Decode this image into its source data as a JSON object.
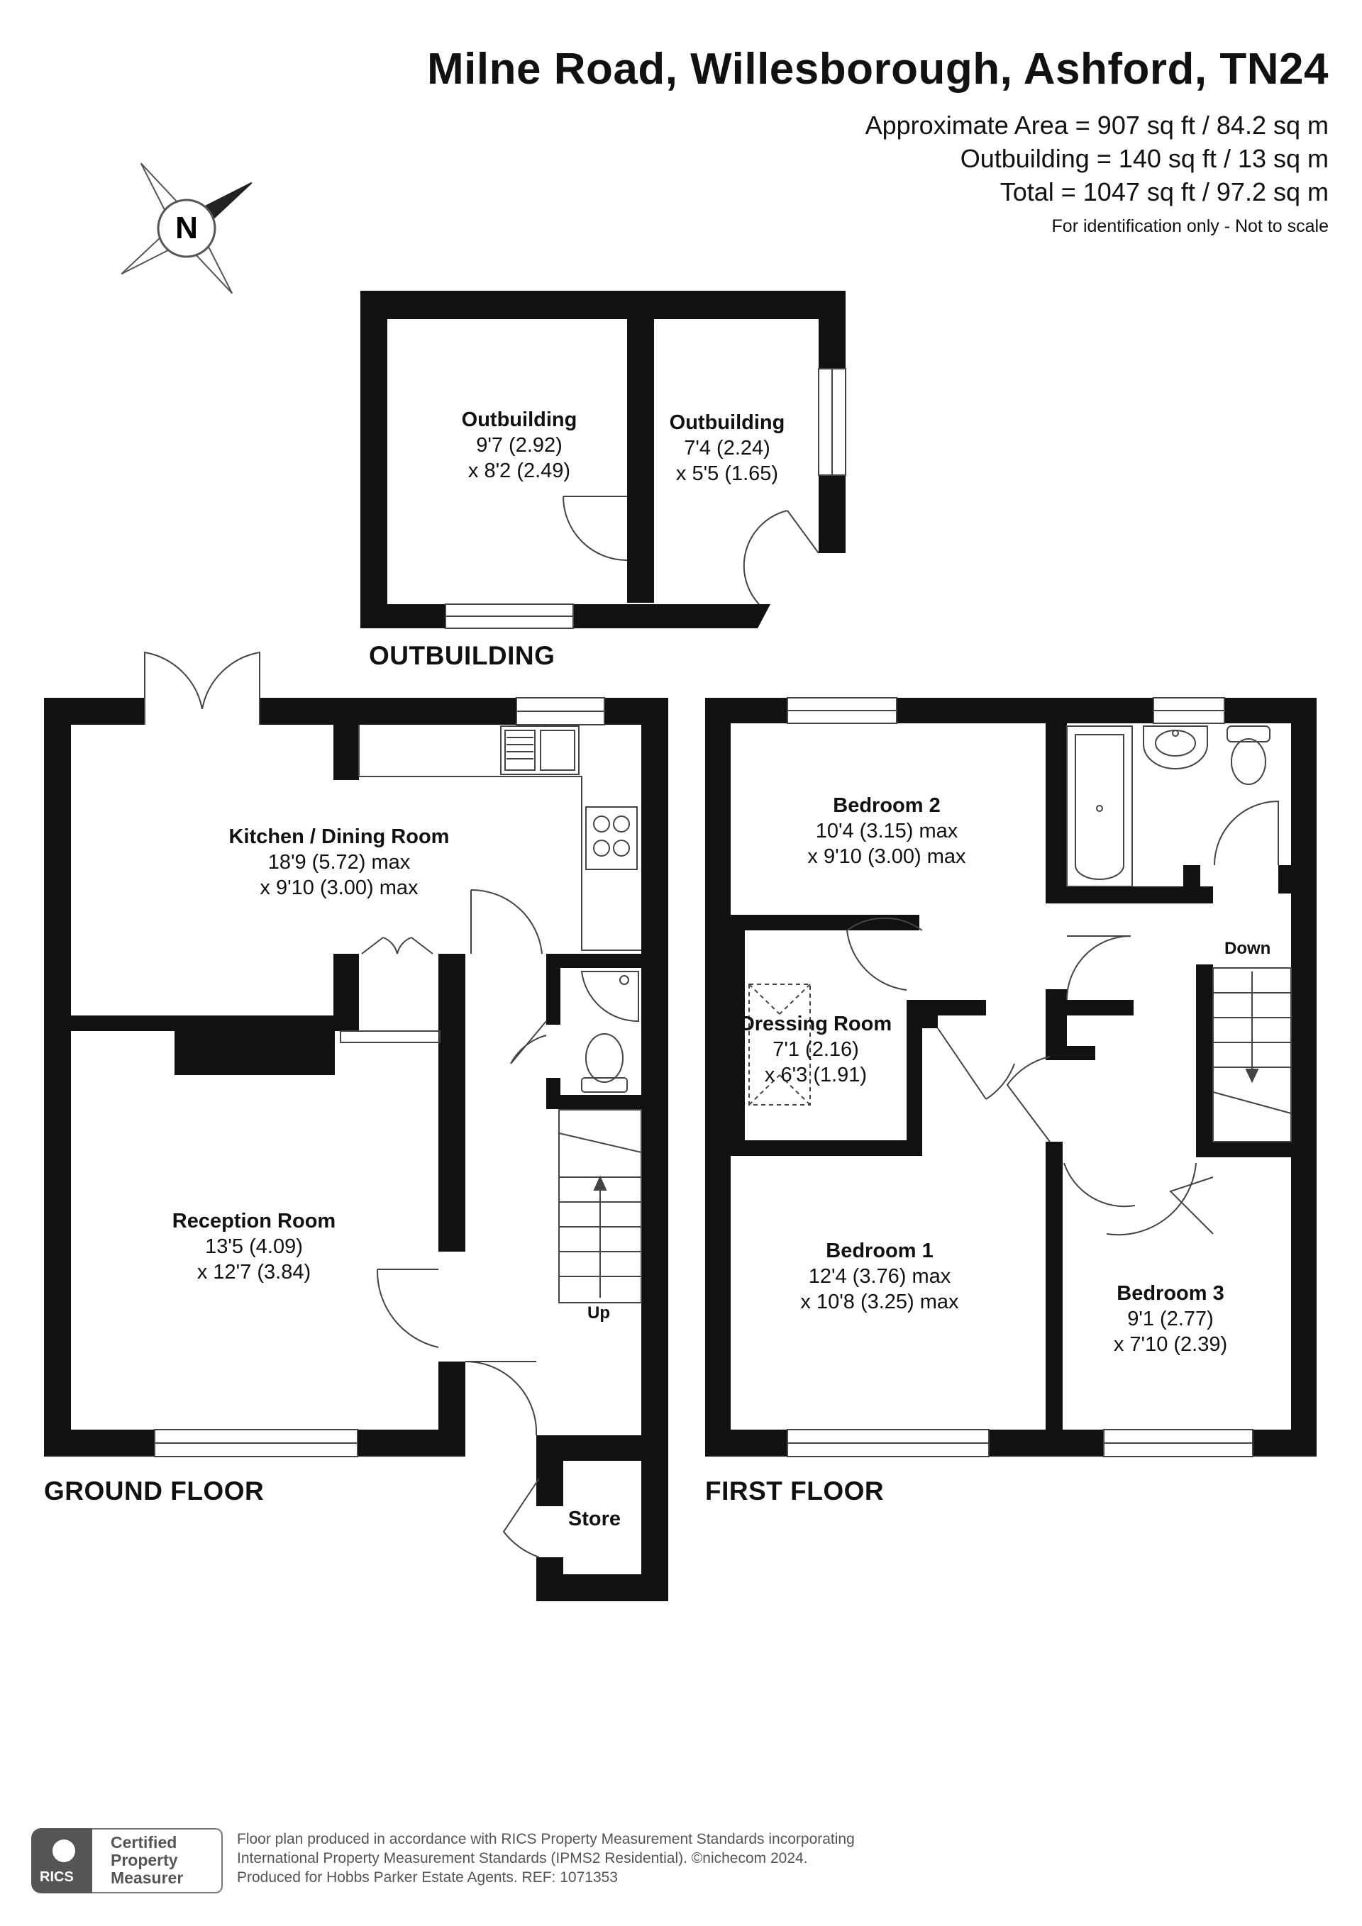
{
  "header": {
    "title": "Milne Road, Willesborough, Ashford, TN24",
    "area_main": "Approximate Area = 907 sq ft / 84.2 sq m",
    "area_outbuilding": "Outbuilding = 140 sq ft / 13 sq m",
    "area_total": "Total = 1047 sq ft / 97.2 sq m",
    "note": "For identification only - Not to scale"
  },
  "compass": {
    "letter": "N"
  },
  "floors": {
    "outbuilding": "OUTBUILDING",
    "ground": "GROUND FLOOR",
    "first": "FIRST FLOOR"
  },
  "rooms": {
    "outbuilding_1": {
      "name": "Outbuilding",
      "dim1": "9'7 (2.92)",
      "dim2": "x 8'2 (2.49)"
    },
    "outbuilding_2": {
      "name": "Outbuilding",
      "dim1": "7'4 (2.24)",
      "dim2": "x 5'5 (1.65)"
    },
    "kitchen": {
      "name": "Kitchen / Dining Room",
      "dim1": "18'9 (5.72) max",
      "dim2": "x 9'10 (3.00) max"
    },
    "reception": {
      "name": "Reception Room",
      "dim1": "13'5 (4.09)",
      "dim2": "x 12'7 (3.84)"
    },
    "store": {
      "name": "Store"
    },
    "bedroom2": {
      "name": "Bedroom 2",
      "dim1": "10'4 (3.15) max",
      "dim2": "x 9'10 (3.00) max"
    },
    "dressing": {
      "name": "Dressing Room",
      "dim1": "7'1 (2.16)",
      "dim2": "x 6'3 (1.91)"
    },
    "bedroom1": {
      "name": "Bedroom 1",
      "dim1": "12'4 (3.76) max",
      "dim2": "x 10'8 (3.25) max"
    },
    "bedroom3": {
      "name": "Bedroom 3",
      "dim1": "9'1 (2.77)",
      "dim2": "x 7'10 (2.39)"
    }
  },
  "stairs": {
    "up": "Up",
    "down": "Down"
  },
  "footer": {
    "badge_line1": "Certified",
    "badge_line2": "Property",
    "badge_line3": "Measurer",
    "badge_logo": "RICS",
    "line1": "Floor plan produced in accordance with RICS Property Measurement Standards incorporating",
    "line2": "International Property Measurement Standards (IPMS2 Residential).  ©nichecom 2024.",
    "line3": "Produced for Hobbs Parker Estate Agents.   REF:  1071353"
  }
}
